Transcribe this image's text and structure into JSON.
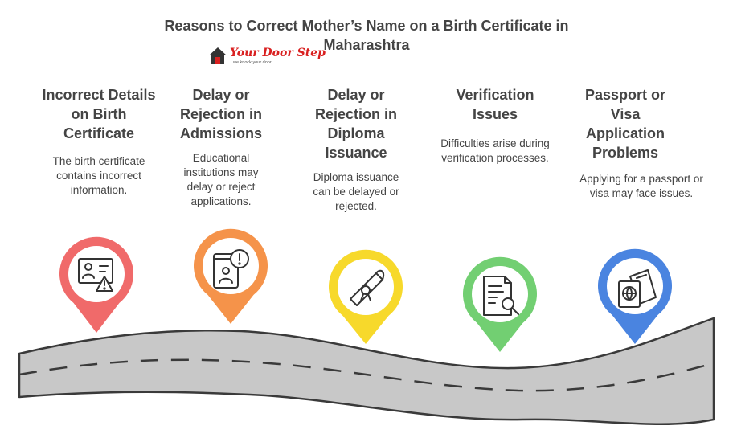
{
  "title": "Reasons to Correct Mother’s Name on a Birth Certificate in Maharashtra",
  "logo": {
    "name": "Your Door Step",
    "tagline": "we knock your door"
  },
  "reasons": [
    {
      "heading": "Incorrect Details on Birth Certificate",
      "description": "The birth certificate contains incorrect information.",
      "color": "#f06a6a",
      "icon": "id-card-warning-icon"
    },
    {
      "heading": "Delay or Rejection in Admissions",
      "description": "Educational institutions may delay or reject applications.",
      "color": "#f5934a",
      "icon": "phone-alert-icon"
    },
    {
      "heading": "Delay or Rejection in Diploma Issuance",
      "description": "Diploma issuance can be delayed or rejected.",
      "color": "#f7d92b",
      "icon": "diploma-icon"
    },
    {
      "heading": "Verification Issues",
      "description": "Difficulties arise during verification processes.",
      "color": "#72cf72",
      "icon": "document-search-icon"
    },
    {
      "heading": "Passport or Visa Application Problems",
      "description": "Applying for a passport or visa may face issues.",
      "color": "#4a84e0",
      "icon": "passport-icon"
    }
  ]
}
